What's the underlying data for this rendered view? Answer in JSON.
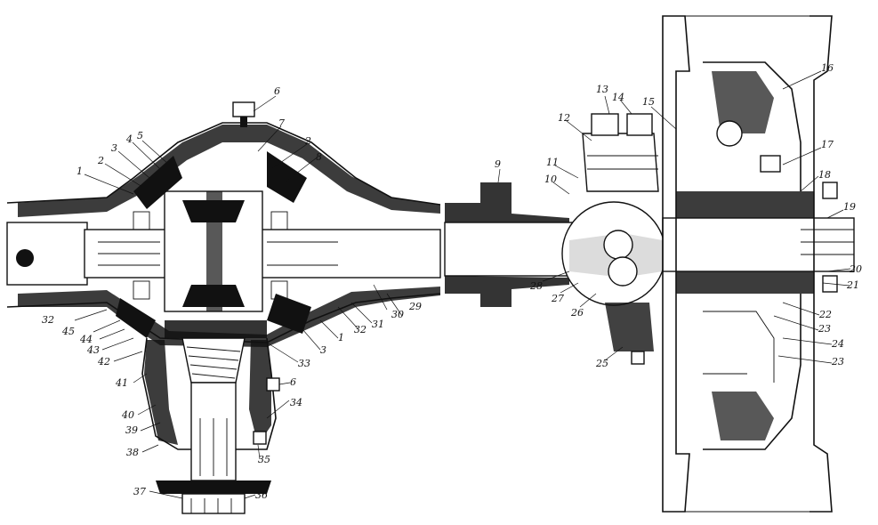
{
  "figure": {
    "callouts": [
      {
        "id": "c1a",
        "text": "1"
      },
      {
        "id": "c2a",
        "text": "2"
      },
      {
        "id": "c3a",
        "text": "3"
      },
      {
        "id": "c4",
        "text": "4"
      },
      {
        "id": "c5",
        "text": "5"
      },
      {
        "id": "c6a",
        "text": "6"
      },
      {
        "id": "c7",
        "text": "7"
      },
      {
        "id": "c2b",
        "text": "2"
      },
      {
        "id": "c8",
        "text": "8"
      },
      {
        "id": "c9",
        "text": "9"
      },
      {
        "id": "c10",
        "text": "10"
      },
      {
        "id": "c11",
        "text": "11"
      },
      {
        "id": "c12",
        "text": "12"
      },
      {
        "id": "c13",
        "text": "13"
      },
      {
        "id": "c14",
        "text": "14"
      },
      {
        "id": "c15",
        "text": "15"
      },
      {
        "id": "c16",
        "text": "16"
      },
      {
        "id": "c17",
        "text": "17"
      },
      {
        "id": "c18",
        "text": "18"
      },
      {
        "id": "c19",
        "text": "19"
      },
      {
        "id": "c20",
        "text": "20"
      },
      {
        "id": "c21",
        "text": "21"
      },
      {
        "id": "c22",
        "text": "22"
      },
      {
        "id": "c23a",
        "text": "23"
      },
      {
        "id": "c24",
        "text": "24"
      },
      {
        "id": "c23b",
        "text": "23"
      },
      {
        "id": "c25",
        "text": "25"
      },
      {
        "id": "c26",
        "text": "26"
      },
      {
        "id": "c27",
        "text": "27"
      },
      {
        "id": "c28",
        "text": "28"
      },
      {
        "id": "c29",
        "text": "29"
      },
      {
        "id": "c30",
        "text": "30"
      },
      {
        "id": "c31",
        "text": "31"
      },
      {
        "id": "c32a",
        "text": "32"
      },
      {
        "id": "c1b",
        "text": "1"
      },
      {
        "id": "c3b",
        "text": "3"
      },
      {
        "id": "c33",
        "text": "33"
      },
      {
        "id": "c6b",
        "text": "6"
      },
      {
        "id": "c34",
        "text": "34"
      },
      {
        "id": "c35",
        "text": "35"
      },
      {
        "id": "c36",
        "text": "36"
      },
      {
        "id": "c37",
        "text": "37"
      },
      {
        "id": "c38",
        "text": "38"
      },
      {
        "id": "c39",
        "text": "39"
      },
      {
        "id": "c40",
        "text": "40"
      },
      {
        "id": "c41",
        "text": "41"
      },
      {
        "id": "c42",
        "text": "42"
      },
      {
        "id": "c43",
        "text": "43"
      },
      {
        "id": "c44",
        "text": "44"
      },
      {
        "id": "c45",
        "text": "45"
      },
      {
        "id": "c32b",
        "text": "32"
      }
    ]
  }
}
